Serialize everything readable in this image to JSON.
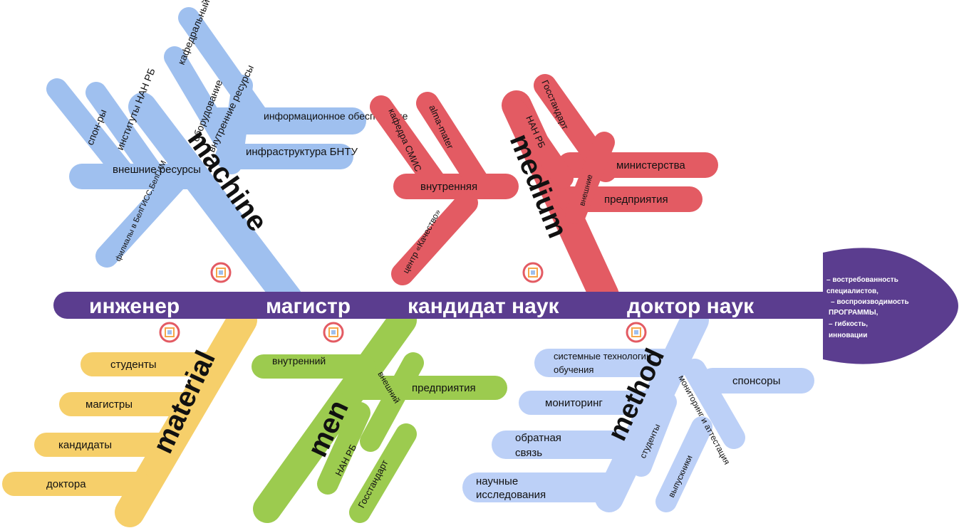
{
  "diagram": {
    "type": "fishbone",
    "colors": {
      "spine": "#5b3d8f",
      "machine": "#9fc0ef",
      "medium": "#e35b63",
      "material": "#f6cf6a",
      "men": "#9ccb4f",
      "method": "#bcd0f7"
    },
    "spine": {
      "stages": [
        "инженер",
        "магистр",
        "кандидат наук",
        "доктор наук"
      ]
    },
    "head": {
      "lines": [
        "– востребованность",
        "специалистов,",
        "– воспроизводимость",
        "ПРОГРАММЫ,",
        "– гибкость,",
        "инновации"
      ]
    },
    "logo_icon": "university-logo-icon",
    "machine": {
      "title": "machine",
      "branches": [
        "информационное обеспечение",
        "инфраструктура БНТУ",
        "внешние ресурсы",
        "внутренние ресурсы"
      ],
      "leaves": [
        "кафедральный веб-сайт",
        "оборудование",
        "институты НАН РБ",
        "спон-ры",
        "филиалы в БелГИСС,БелГИМ"
      ]
    },
    "medium": {
      "title": "medium",
      "branches": [
        "министерства",
        "предприятия",
        "внутренняя",
        "внешние"
      ],
      "leaves": [
        "Госстандарт",
        "НАН РБ",
        "alma-mater",
        "кафедра СМИС",
        "центр «Качество»"
      ]
    },
    "material": {
      "title": "material",
      "branches": [
        "студенты",
        "магистры",
        "кандидаты",
        "доктора"
      ]
    },
    "men": {
      "title": "men",
      "branches": [
        "внутренний",
        "предприятия",
        "внешний"
      ],
      "leaves": [
        "НАН РБ",
        "Госстандарт"
      ]
    },
    "method": {
      "title": "method",
      "branches": [
        "системные технологии обучения",
        "мониторинг",
        "обратная связь",
        "научные исследования",
        "спонсоры"
      ],
      "leaves": [
        "мониторинг и аттестация",
        "студенты",
        "выпускники"
      ]
    }
  }
}
